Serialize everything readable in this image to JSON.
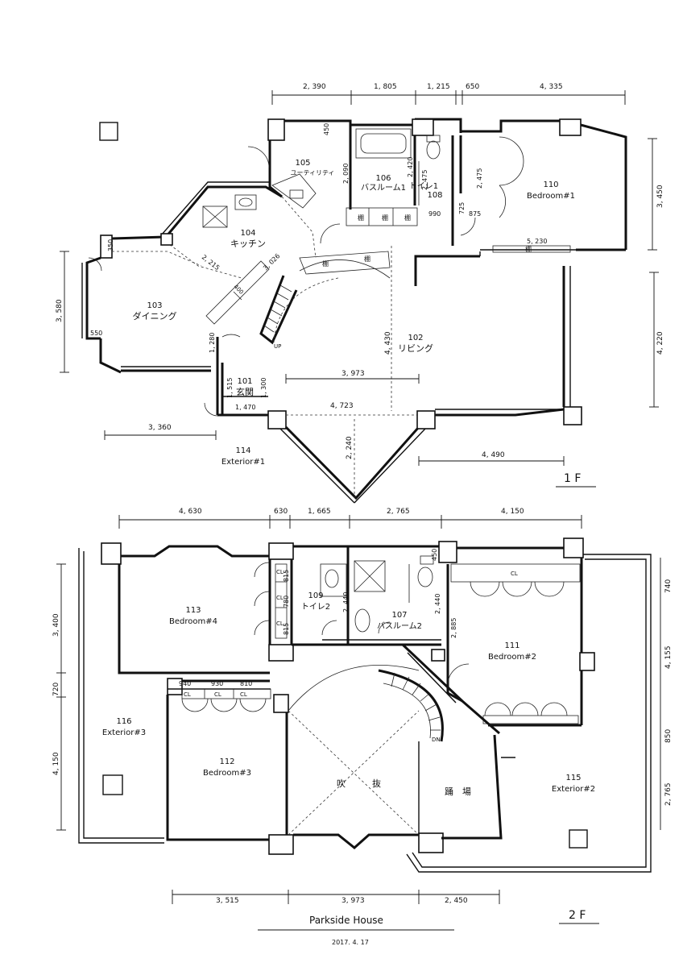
{
  "floor1": {
    "label": "1 F",
    "rooms": {
      "r105_num": "105",
      "r105_name": "ユーティリティ",
      "r106_num": "106",
      "r106_name": "バスルーム1",
      "r108_num": "108",
      "r108_name": "トイレ1",
      "r110_num": "110",
      "r110_name": "Bedroom#1",
      "r104_num": "104",
      "r104_name": "キッチン",
      "r103_num": "103",
      "r103_name": "ダイニング",
      "r102_num": "102",
      "r102_name": "リビング",
      "r101_num": "101",
      "r101_name": "玄関",
      "r114_num": "114",
      "r114_name": "Exterior#1"
    },
    "dims": {
      "top1": "2, 390",
      "top2": "1, 805",
      "top3": "1, 215",
      "top4": "650",
      "top5": "4, 335",
      "d450": "450",
      "d2090": "2, 090",
      "d2420": "2, 420",
      "d2475a": "2, 475",
      "d2475b": "2, 475",
      "d990": "990",
      "d725": "725",
      "d875": "875",
      "d3450": "3, 450",
      "d2215": "2, 215",
      "d3026": "3, 026",
      "d350": "350",
      "d5230": "5, 230",
      "d3580": "3, 580",
      "d550": "550",
      "d1280": "1, 280",
      "d4430": "4, 430",
      "d4220": "4, 220",
      "d3973": "3, 973",
      "d1515": "1, 515",
      "d1300": "1, 300",
      "d1470": "1, 470",
      "d4723": "4, 723",
      "d3360": "3, 360",
      "d2240": "2, 240",
      "d4490": "4, 490"
    },
    "labels": {
      "tana": "棚",
      "up": "UP"
    }
  },
  "floor2": {
    "label": "2 F",
    "rooms": {
      "r113_num": "113",
      "r113_name": "Bedroom#4",
      "r109_num": "109",
      "r109_name": "トイレ2",
      "r107_num": "107",
      "r107_name": "バスルーム2",
      "r111_num": "111",
      "r111_name": "Bedroom#2",
      "r116_num": "116",
      "r116_name": "Exterior#3",
      "r112_num": "112",
      "r112_name": "Bedroom#3",
      "void_a": "吹",
      "void_b": "抜",
      "landing_a": "踊",
      "landing_b": "場",
      "r115_num": "115",
      "r115_name": "Exterior#2"
    },
    "dims": {
      "top1": "4, 630",
      "top2": "630",
      "top3": "1, 665",
      "top4": "2, 765",
      "top5": "4, 150",
      "d3400": "3, 400",
      "d720": "720",
      "d4150": "4, 150",
      "d815a": "815",
      "d780": "780",
      "d815b": "815",
      "d2440a": "2, 440",
      "d2440b": "2, 440",
      "d450": "450",
      "d2885": "2, 885",
      "d940": "940",
      "d930": "930",
      "d810": "810",
      "r740": "740",
      "r4155": "4, 155",
      "r850": "850",
      "r2765": "2, 765",
      "b3515": "3, 515",
      "b3973": "3, 973",
      "b2450": "2, 450"
    },
    "labels": {
      "cl": "CL",
      "dn": "DN"
    }
  },
  "footer": {
    "title": "Parkside House",
    "date": "2017. 4. 17"
  }
}
